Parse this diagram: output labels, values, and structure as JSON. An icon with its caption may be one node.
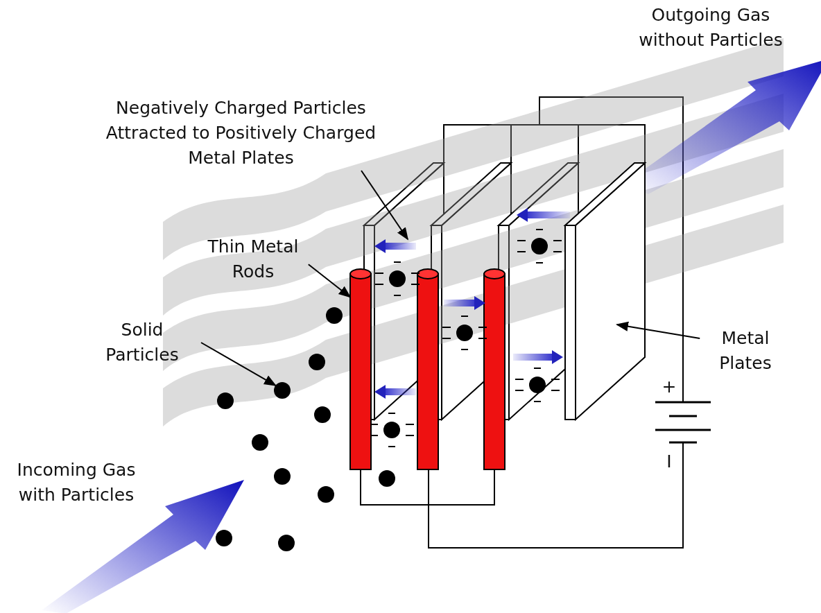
{
  "diagram": {
    "nodes": [
      {
        "text": [
          "Negatively Charged Particles Attracted to Positively Charged Metal Plates"
        ]
      },
      {
        "text": [],
        "shape": "arrow"
      },
      {
        "text": [
          "Thin Metal Rods"
        ]
      },
      {
        "text": [],
        "shape": "cylinder"
      },
      {
        "text": [
          "Solid Particles"
        ]
      },
      {
        "text": [],
        "shape": "circle"
      },
      {
        "text": [
          "Metal Plates"
        ]
      },
      {
        "text": [],
        "shape": "box"
      }
    ],
    "edges": [
      {
        "from": 0,
        "to": 1,
        "arrow": "to"
      },
      {
        "from": 2,
        "to": 3,
        "arrow": "to"
      },
      {
        "from": 4,
        "to": 5,
        "arrow": "to"
      },
      {
        "from": 6,
        "to": 7,
        "arrow": "to"
      }
    ],
    "labels": [
      "Outgoing Gas without Particles",
      "Incoming Gas with Particles",
      "+",
      "I"
    ]
  }
}
